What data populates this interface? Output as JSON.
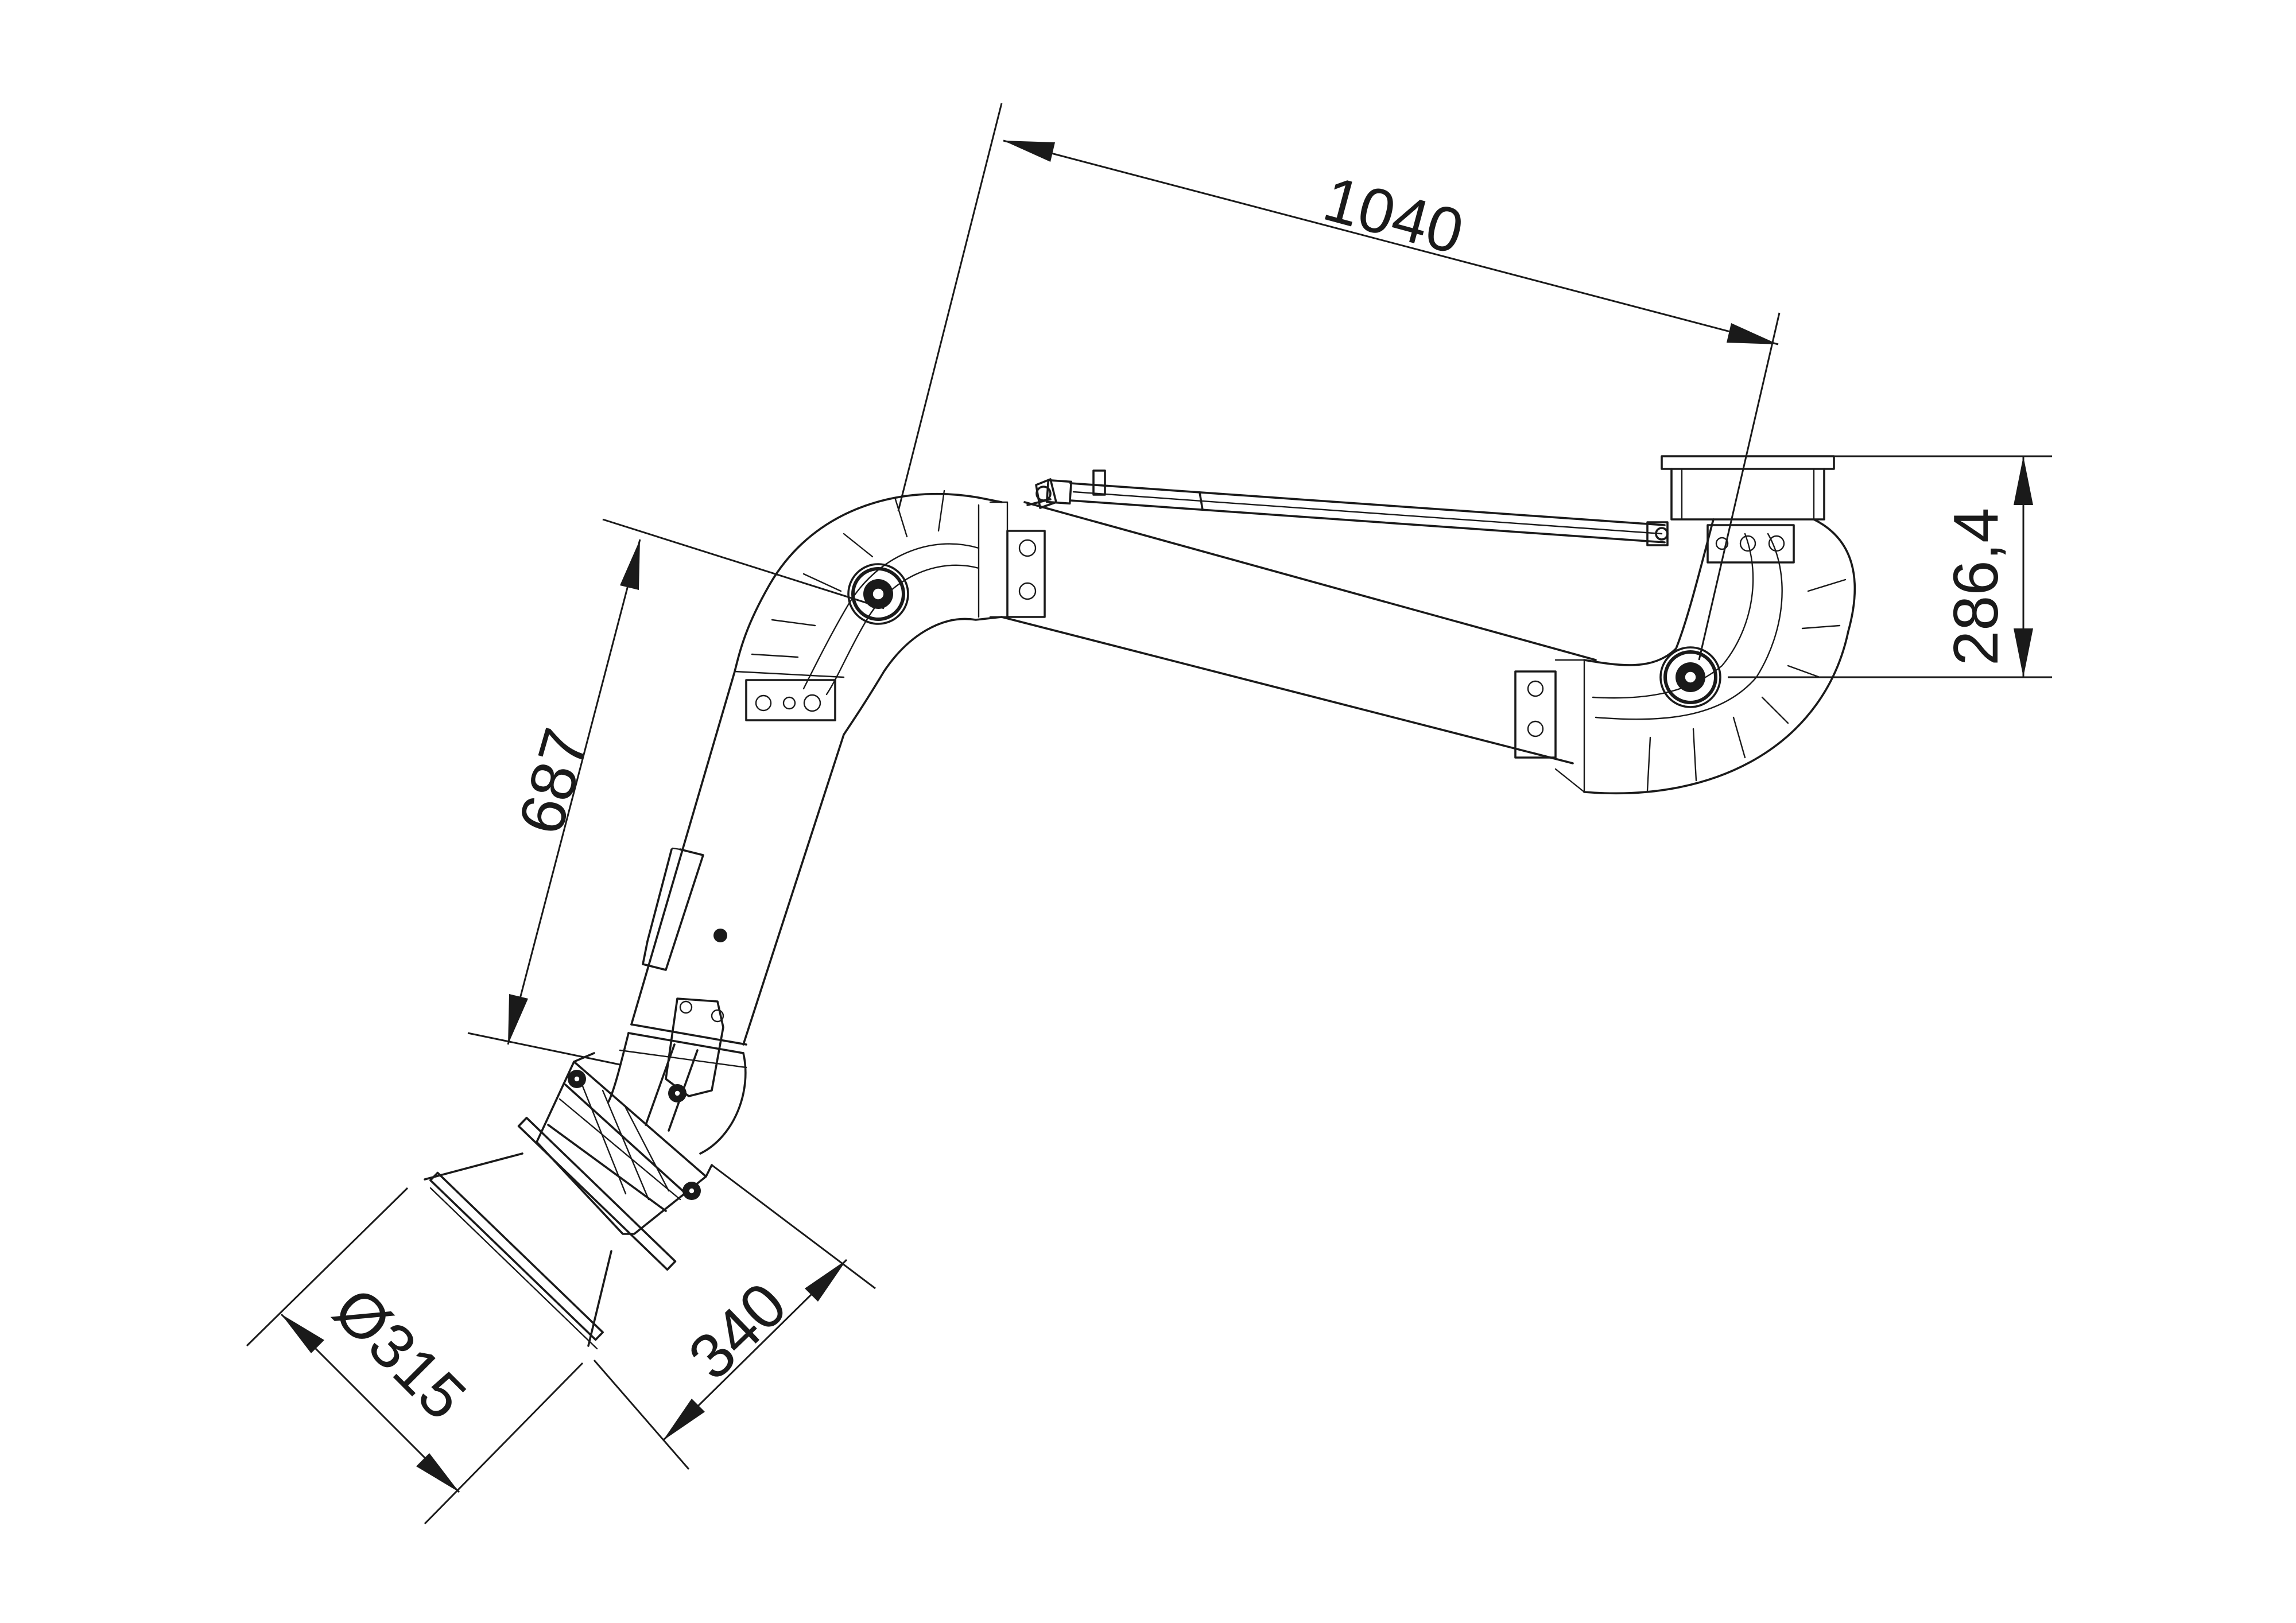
{
  "dimensions": {
    "top_reach": "1040",
    "height_offset": "286,4",
    "lower_arm": "687",
    "hood_depth": "340",
    "hood_diameter": "Ø315"
  }
}
